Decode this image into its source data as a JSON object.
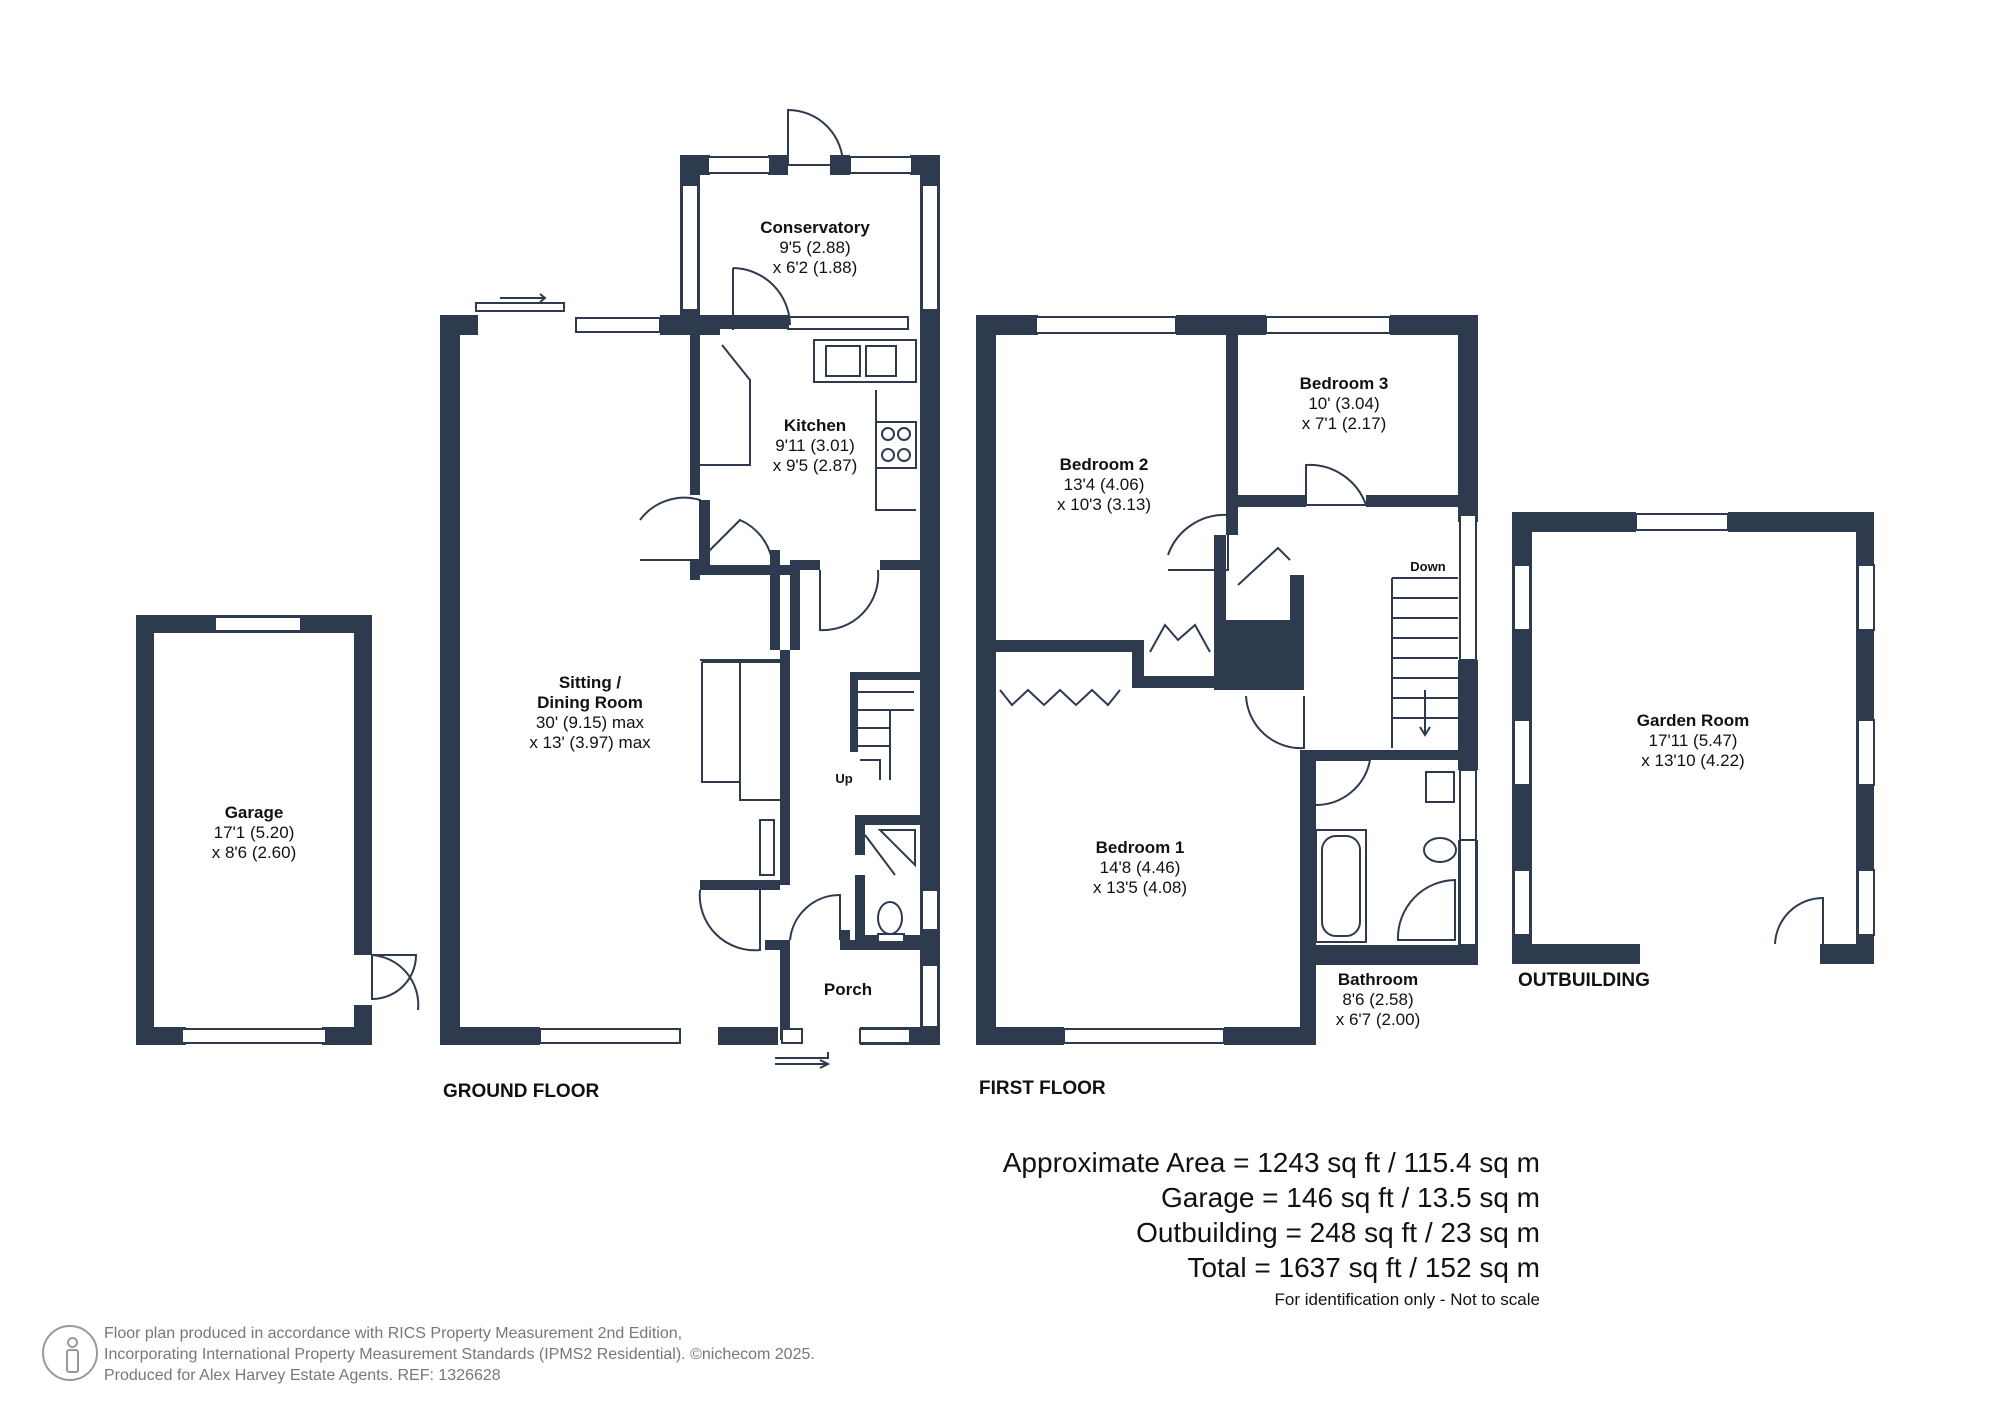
{
  "floors": {
    "ground": "GROUND FLOOR",
    "first": "FIRST FLOOR",
    "outbuilding": "OUTBUILDING"
  },
  "rooms": {
    "conservatory": {
      "name": "Conservatory",
      "dim1": "9'5 (2.88)",
      "dim2": "x 6'2 (1.88)"
    },
    "kitchen": {
      "name": "Kitchen",
      "dim1": "9'11 (3.01)",
      "dim2": "x 9'5 (2.87)"
    },
    "sitting": {
      "name1": "Sitting /",
      "name2": "Dining Room",
      "dim1": "30' (9.15) max",
      "dim2": "x 13' (3.97) max"
    },
    "garage": {
      "name": "Garage",
      "dim1": "17'1 (5.20)",
      "dim2": "x 8'6 (2.60)"
    },
    "porch": {
      "name": "Porch"
    },
    "bedroom2": {
      "name": "Bedroom 2",
      "dim1": "13'4 (4.06)",
      "dim2": "x 10'3 (3.13)"
    },
    "bedroom3": {
      "name": "Bedroom 3",
      "dim1": "10' (3.04)",
      "dim2": "x 7'1 (2.17)"
    },
    "bedroom1": {
      "name": "Bedroom 1",
      "dim1": "14'8 (4.46)",
      "dim2": "x 13'5 (4.08)"
    },
    "bathroom": {
      "name": "Bathroom",
      "dim1": "8'6 (2.58)",
      "dim2": "x 6'7 (2.00)"
    },
    "garden_room": {
      "name": "Garden Room",
      "dim1": "17'11 (5.47)",
      "dim2": "x 13'10 (4.22)"
    }
  },
  "stairs": {
    "up": "Up",
    "down": "Down"
  },
  "areas": [
    "Approximate Area = 1243 sq ft / 115.4 sq m",
    "Garage = 146 sq ft / 13.5 sq m",
    "Outbuilding = 248 sq ft / 23 sq m",
    "Total = 1637 sq ft / 152 sq m"
  ],
  "scale_note": "For identification only - Not to scale",
  "footer": {
    "line1": "Floor plan produced in accordance with RICS Property Measurement 2nd Edition,",
    "line2": "Incorporating International Property Measurement Standards (IPMS2 Residential).  ©nichecom 2025.",
    "line3": "Produced for Alex Harvey Estate Agents.   REF:  1326628"
  }
}
